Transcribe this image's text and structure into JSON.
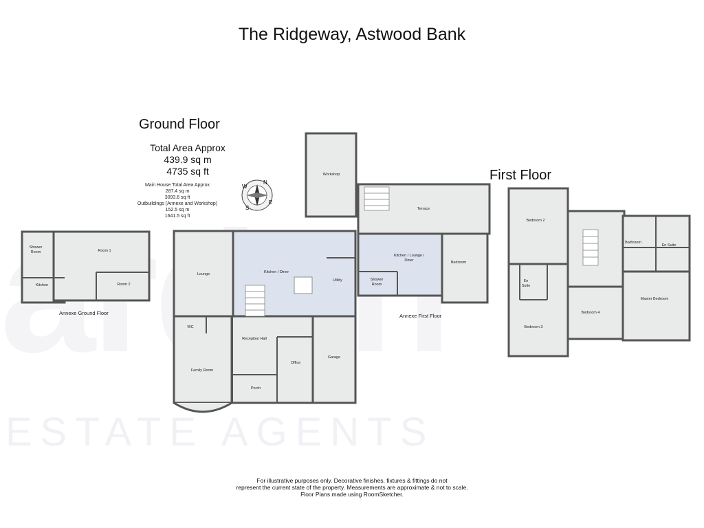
{
  "title": "The Ridgeway, Astwood Bank",
  "ground_floor": {
    "heading": "Ground Floor",
    "total_label": "Total Area Approx",
    "total_sqm": "439.9 sq m",
    "total_sqft": "4735 sq ft",
    "main_label": "Main House Total Area Approx",
    "main_sqm": "287.4 sq m",
    "main_sqft": "3093.6 sq ft",
    "out_label": "Outbuildings (Annexe and Workshop)",
    "out_sqm": "152.5 sq m",
    "out_sqft": "1641.5 sq ft"
  },
  "first_floor": {
    "heading": "First Floor"
  },
  "compass": {
    "n": "N",
    "e": "E",
    "s": "S",
    "w": "W"
  },
  "rooms": {
    "shower_room": "Shower Room",
    "room1": "Room 1",
    "room2": "Room 2",
    "kitchen": "Kitchen",
    "annexe_ground_caption": "Annexe Ground Floor",
    "workshop": "Workshop",
    "lounge": "Lounge",
    "kitchen_diner": "Kitchen / Diner",
    "utility": "Utility",
    "wc": "WC",
    "reception_hall": "Reception Hall",
    "family_room": "Family Room",
    "office": "Office",
    "porch": "Porch",
    "garage": "Garage",
    "terrace": "Terrace",
    "kitchen_lounge_diner": "Kitchen / Lounge / Diner",
    "bedroom": "Bedroom",
    "annexe_shower_room": "Shower Room",
    "annexe_first_caption": "Annexe First Floor",
    "bedroom2": "Bedroom 2",
    "bathroom": "Bathroom",
    "en_suite_master": "En Suite",
    "en_suite_b3": "En Suite",
    "bedroom3": "Bedroom 3",
    "bedroom4": "Bedroom 4",
    "master_bedroom": "Master Bedroom"
  },
  "watermark": {
    "brand": "arden",
    "tagline": "ESTATE AGENTS"
  },
  "footer": {
    "line1": "For illustrative purposes only. Decorative finishes, fixtures & fittings do not",
    "line2": "represent the current state of the property. Measurements are approximate & not to scale.",
    "line3": "Floor Plans made using RoomSketcher."
  },
  "colors": {
    "wall": "#555555",
    "floor": "#e9eaea",
    "blue_floor": "#dde3ee"
  }
}
